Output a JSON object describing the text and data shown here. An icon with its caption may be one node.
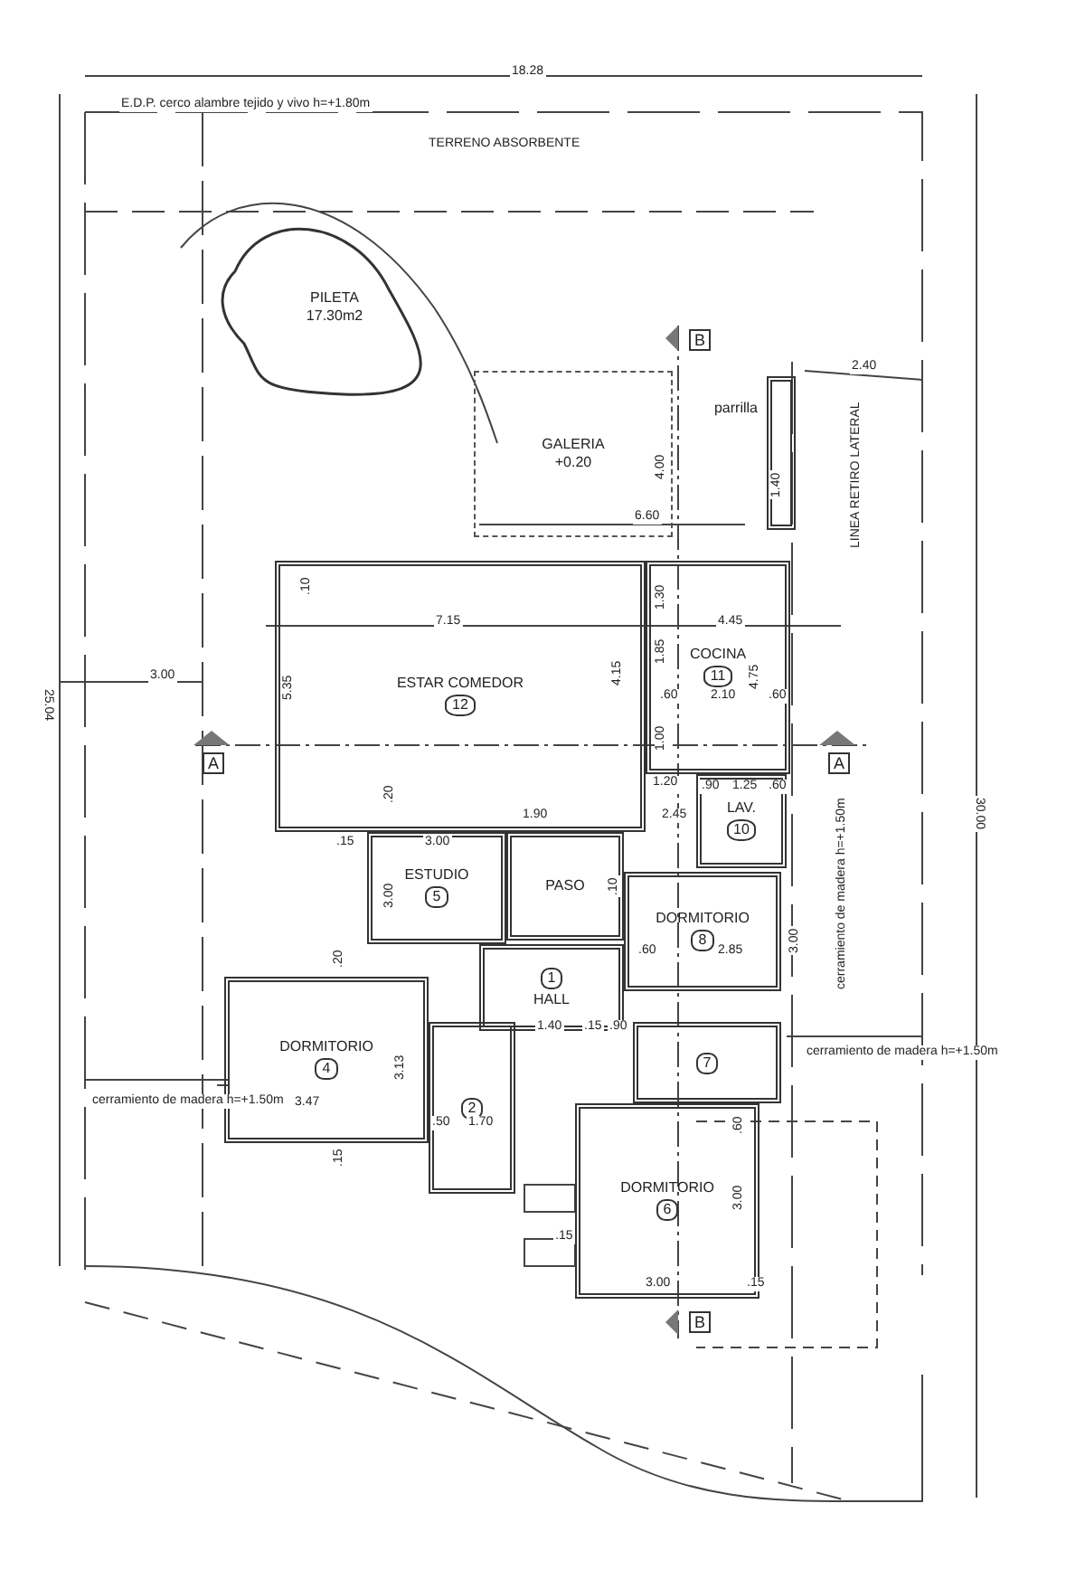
{
  "diagram": {
    "nodes": [
      {
        "text": [
          "PILETA",
          "17.30m2"
        ]
      },
      {
        "text": [
          "GALERIA",
          "+0.20"
        ]
      },
      {
        "text": [
          "parrilla"
        ]
      },
      {
        "text": [
          "ESTAR COMEDOR",
          "12"
        ]
      },
      {
        "text": [
          "COCINA",
          "11"
        ]
      },
      {
        "text": [
          "LAV.",
          "10"
        ]
      },
      {
        "text": [
          "ESTUDIO",
          "5"
        ]
      },
      {
        "text": [
          "PASO"
        ]
      },
      {
        "text": [
          "1",
          "HALL"
        ]
      },
      {
        "text": [
          "DORMITORIO",
          "4"
        ]
      },
      {
        "text": [
          "DORMITORIO",
          "8"
        ]
      },
      {
        "text": [
          "2"
        ]
      },
      {
        "text": [
          "7"
        ]
      },
      {
        "text": [
          "DORMITORIO",
          "6"
        ]
      }
    ],
    "labels": [
      "18.28",
      "E.D.P.  cerco alambre tejido y vivo h=+1.80m",
      "TERRENO ABSORBENTE",
      "B",
      "2.40",
      "LINEA RETIRO LATERAL",
      "4.00",
      "1.40",
      "6.60",
      "25.04",
      "3.00",
      "A",
      ".10",
      "7.15",
      "5.35",
      "1.30",
      "4.45",
      "1.85",
      "4.15",
      "4.75",
      ".60",
      "2.10",
      ".60",
      "A",
      ".20",
      "1.00",
      "1.20",
      ".90",
      "1.25",
      ".60",
      "30.00",
      "cerramiento de madera h=+1.50m",
      ".15",
      "3.00",
      "1.90",
      "2.45",
      "3.00",
      ".10",
      ".20",
      ".60",
      "2.85",
      "3.00",
      "3.13",
      "3.47",
      ".50",
      "1.70",
      "1.40",
      ".15",
      ".90",
      "cerramiento de madera h=+1.50m",
      "cerramiento de madera h=+1.50m",
      ".15",
      ".60",
      "3.00",
      ".15",
      "3.00",
      ".15",
      "B"
    ]
  }
}
